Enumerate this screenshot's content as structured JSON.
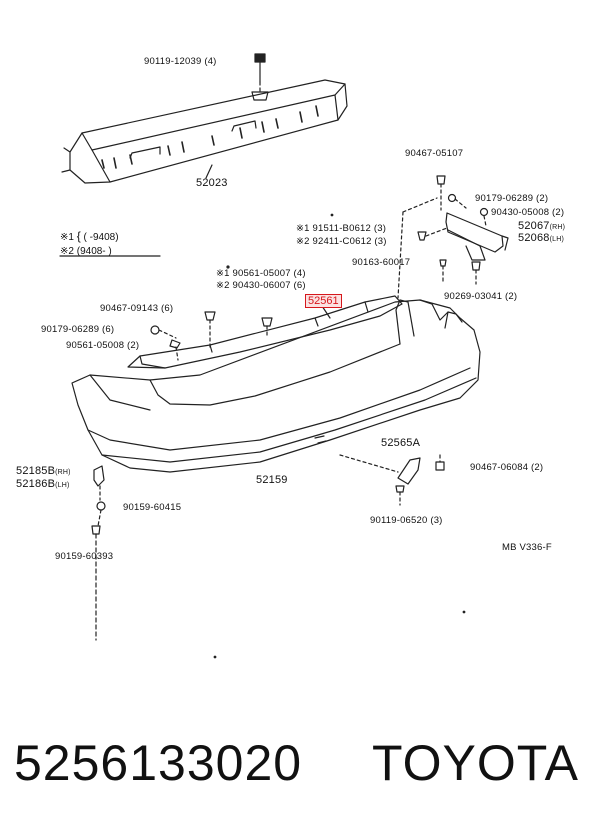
{
  "diagram": {
    "labels": {
      "bolt_top": "90119-12039 (4)",
      "reinforcement": "52023",
      "clip_top_right": "90467-05107",
      "screw_r1": "90179-06289 (2)",
      "nut_r1": "90430-05008 (2)",
      "stay_rh": "52067",
      "stay_lh": "52068",
      "rh_tag": "(RH)",
      "lh_tag": "(LH)",
      "bolt_r2a": "※1 91511-B0612 (3)",
      "bolt_r2b": "※2 92411-C0612 (3)",
      "nut_r3": "90163-60017",
      "nut_r4": "90269-03041 (2)",
      "clip_mid_a": "※1 90561-05007 (4)",
      "clip_mid_b": "※2 90430-06007 (6)",
      "highlight_part": "52561",
      "clip_l1": "90467-09143 (6)",
      "screw_l2": "90179-06289 (6)",
      "clip_l3": "90561-05008 (2)",
      "bumper_cover": "52159",
      "mudguard": "52565A",
      "clip_r5": "90467-06084 (2)",
      "bracket_rh": "52185B",
      "bracket_lh": "52186B",
      "screw_l4": "90159-60415",
      "screw_l5": "90159-60393",
      "bolt_bottom": "90119-06520 (3)",
      "ref_code": "MB V336-F"
    },
    "notes": {
      "note1_mark": "※1",
      "note1_range": "(      -9408)",
      "note2_mark": "※2",
      "note2_range": "(9408-        )"
    }
  },
  "footer": {
    "part_number": "5256133020",
    "brand": "TOYOTA"
  }
}
